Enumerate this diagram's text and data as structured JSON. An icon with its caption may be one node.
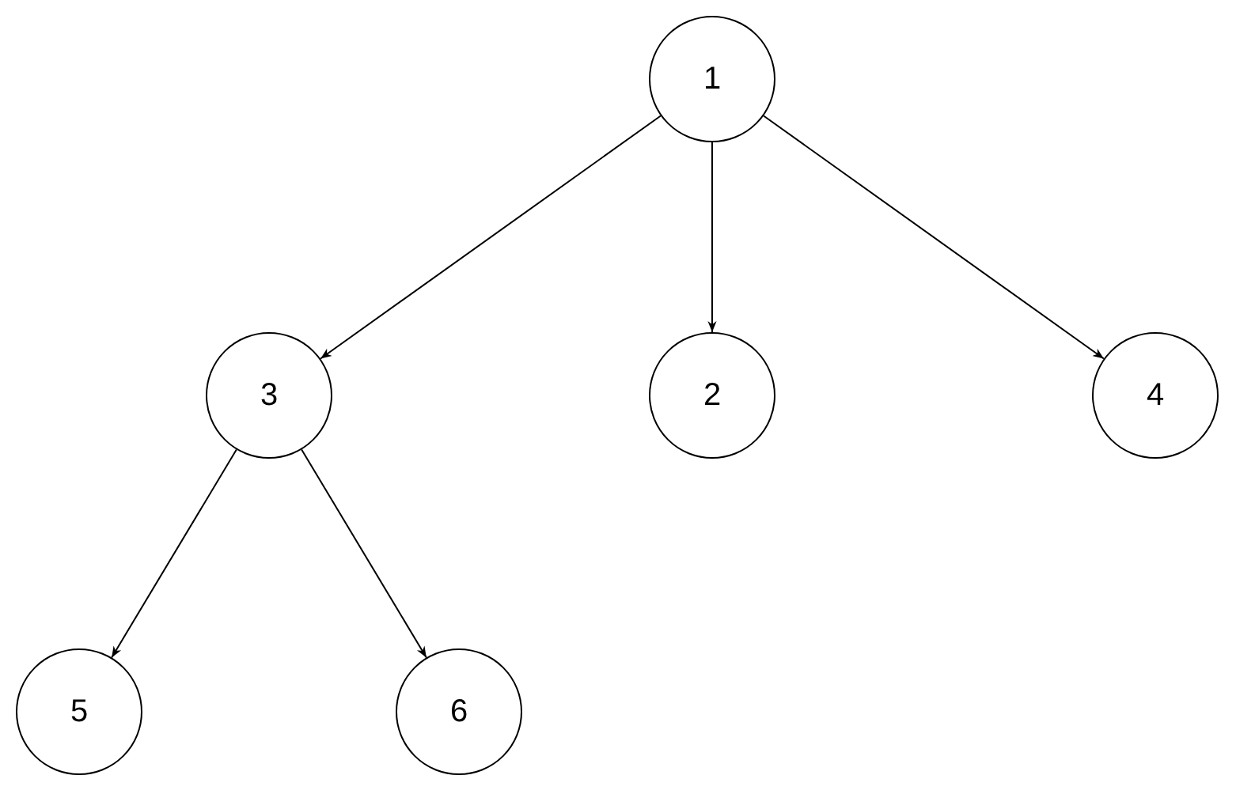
{
  "diagram": {
    "nodes": [
      {
        "text": [
          "1"
        ]
      },
      {
        "text": [
          "3"
        ]
      },
      {
        "text": [
          "2"
        ]
      },
      {
        "text": [
          "4"
        ]
      },
      {
        "text": [
          "5"
        ]
      },
      {
        "text": [
          "6"
        ]
      }
    ],
    "edges": [
      {
        "from": 0,
        "to": 1,
        "arrow": "to"
      },
      {
        "from": 0,
        "to": 2,
        "arrow": "to"
      },
      {
        "from": 0,
        "to": 3,
        "arrow": "to"
      },
      {
        "from": 1,
        "to": 4,
        "arrow": "to"
      },
      {
        "from": 1,
        "to": 5,
        "arrow": "to"
      }
    ]
  }
}
